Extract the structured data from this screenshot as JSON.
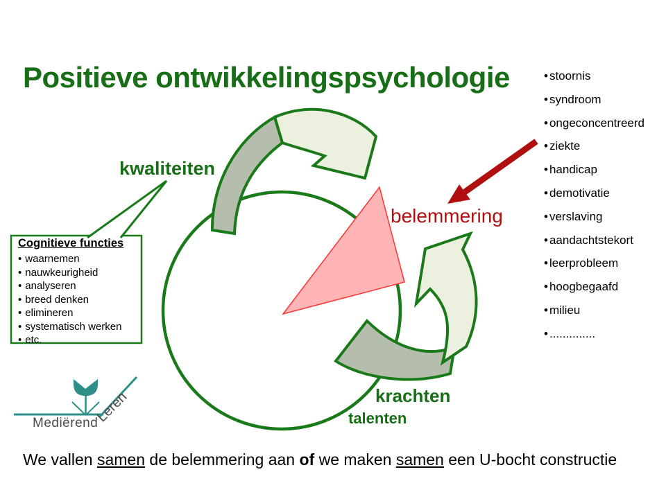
{
  "title": "Positieve ontwikkelingspsychologie",
  "right_list": {
    "items": [
      "stoornis",
      "syndroom",
      "ongeconcentreerd",
      "ziekte",
      "handicap",
      "demotivatie",
      "verslaving",
      "aandachtstekort",
      "leerprobleem",
      "hoogbegaafd",
      "milieu",
      ".............."
    ]
  },
  "diagram": {
    "kwaliteiten": "kwaliteiten",
    "belemmering": "belemmering",
    "krachten": "krachten",
    "talenten": "talenten"
  },
  "callout_box": {
    "title": "Cognitieve functies",
    "items": [
      "waarnemen",
      "nauwkeurigheid",
      "analyseren",
      "breed denken",
      "elimineren",
      "systematisch werken",
      "etc."
    ]
  },
  "logo": {
    "line1": "Mediërend",
    "line2": "Leren"
  },
  "sentence": {
    "seg0": "We vallen ",
    "seg1": "samen",
    "seg2": " de belemmering aan ",
    "seg3": "of",
    "seg4": " we maken ",
    "seg5": "samen",
    "seg6": " een U-bocht constructie"
  },
  "colors": {
    "text_green": "#176e17",
    "shape_green": "#1a7a1a",
    "light_green_fill": "#ebf0df",
    "gray_green_fill": "#b5beac",
    "pink_fill": "#ffb5b5",
    "pink_border": "#ff3333",
    "red": "#b00f0f",
    "teal": "#2f8f88",
    "logo_text_gray": "#4b4b4b"
  }
}
